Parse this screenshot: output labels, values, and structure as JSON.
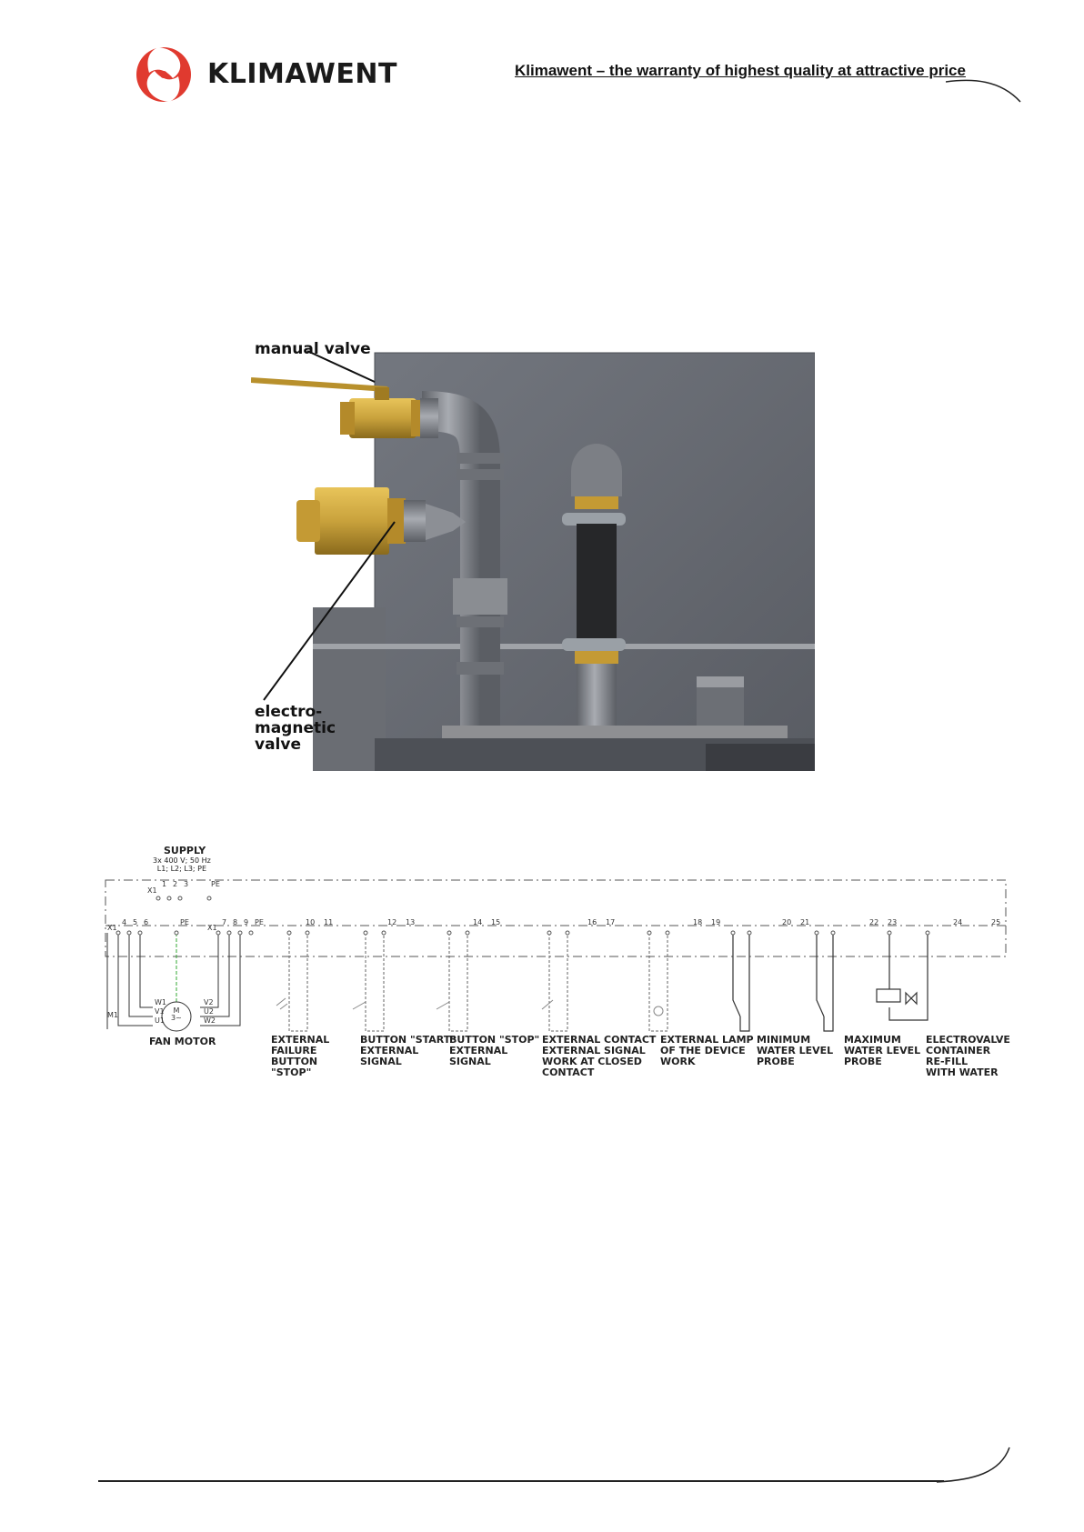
{
  "header": {
    "brand": "KLIMAWENT",
    "tagline": "Klimawent – the warranty of highest quality at attractive price"
  },
  "photo": {
    "label_manual": "manual valve",
    "label_electro": "electro-\nmagnetic\nvalve"
  },
  "diagram": {
    "supply_title": "SUPPLY",
    "supply_spec": "3x 400 V; 50 Hz\nL1; L2; L3; PE",
    "supply_terminals": [
      "X1",
      "1",
      "2",
      "3",
      "PE"
    ],
    "motor_label": "FAN MOTOR",
    "motor_terminals": [
      "X1",
      "4",
      "5",
      "6",
      "PE",
      "X1",
      "7",
      "8",
      "9",
      "PE"
    ],
    "motor_windings": [
      "W1",
      "V1",
      "U1",
      "V2",
      "U2",
      "W2",
      "M1"
    ],
    "motor_symbol": "M\n3~",
    "blocks": [
      {
        "terminals": [
          "10",
          "11"
        ],
        "label": "EXTERNAL\nFAILURE\nBUTTON\n\"STOP\""
      },
      {
        "terminals": [
          "12",
          "13"
        ],
        "label": "BUTTON \"START\"\nEXTERNAL\nSIGNAL"
      },
      {
        "terminals": [
          "14",
          "15"
        ],
        "label": "BUTTON \"STOP\"\nEXTERNAL\nSIGNAL"
      },
      {
        "terminals": [
          "16",
          "17"
        ],
        "label": "EXTERNAL CONTACT\nEXTERNAL SIGNAL\nWORK AT CLOSED\nCONTACT"
      },
      {
        "terminals": [
          "18",
          "19"
        ],
        "label": "EXTERNAL LAMP\nOF THE DEVICE\nWORK"
      },
      {
        "terminals": [
          "20",
          "21"
        ],
        "label": "MINIMUM\nWATER LEVEL\nPROBE"
      },
      {
        "terminals": [
          "22",
          "23"
        ],
        "label": "MAXIMUM\nWATER LEVEL\nPROBE"
      },
      {
        "terminals": [
          "24",
          "25"
        ],
        "label": "ELECTROVALVE\nCONTAINER\nRE-FILL\nWITH WATER"
      }
    ]
  },
  "colors": {
    "brand_red": "#e03a2f",
    "brass": "#c9a23c",
    "panel_gray": "#6b6f78",
    "pipe_gray": "#8c8f95"
  }
}
